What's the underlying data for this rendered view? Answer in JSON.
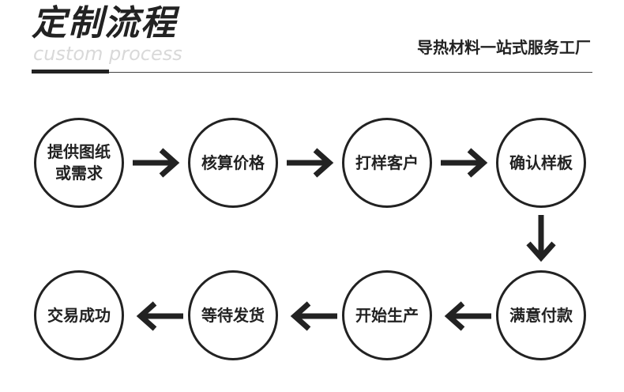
{
  "header": {
    "title": "定制流程",
    "subtitle_en": "custom process",
    "tagline": "导热材料一站式服务工厂"
  },
  "steps": [
    {
      "label": "提供图纸或需求"
    },
    {
      "label": "核算价格"
    },
    {
      "label": "打样客户"
    },
    {
      "label": "确认样板"
    },
    {
      "label": "满意付款"
    },
    {
      "label": "开始生产"
    },
    {
      "label": "等待发货"
    },
    {
      "label": "交易成功"
    }
  ],
  "colors": {
    "ink": "#222222",
    "watermark": "#d9d9d9",
    "background": "#ffffff"
  }
}
